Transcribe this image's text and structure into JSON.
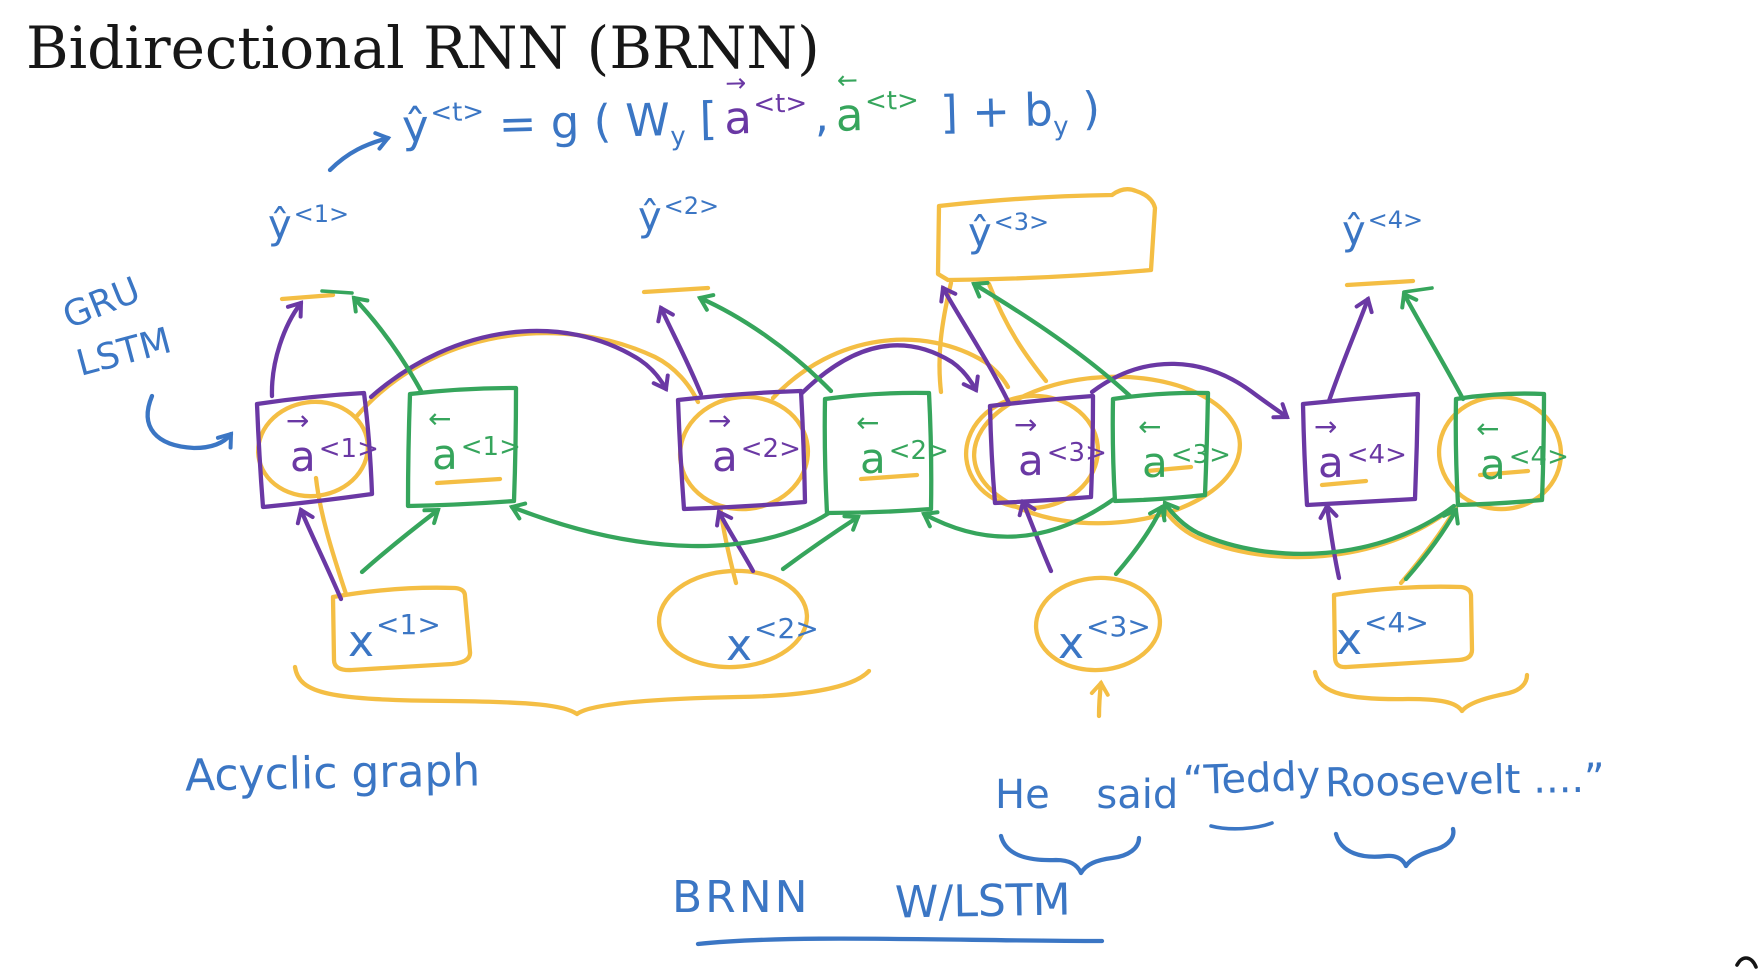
{
  "title": "Bidirectional RNN (BRNN)",
  "colors": {
    "blue": "#3b76c4",
    "purple": "#6a38a4",
    "green": "#36a55c",
    "yellow": "#f4be44",
    "ink": "#141414"
  },
  "formula": {
    "yhat": "ŷ",
    "yhat_sup": "<t>",
    "equals_g": " = g ( W",
    "w_sub": "y",
    "bracket_open": " [",
    "fwd": {
      "arrow": "→",
      "letter": "a",
      "sup": "<t>"
    },
    "comma": ",",
    "bwd": {
      "arrow": "←",
      "letter": "a",
      "sup": "<t>"
    },
    "bracket_close": " ] + b",
    "b_sub": "y",
    "paren_close": " )"
  },
  "side_note": {
    "line1": "GRU",
    "line2": "LSTM"
  },
  "outputs": [
    {
      "base": "ŷ",
      "sup": "<1>"
    },
    {
      "base": "ŷ",
      "sup": "<2>"
    },
    {
      "base": "ŷ",
      "sup": "<3>"
    },
    {
      "base": "ŷ",
      "sup": "<4>"
    }
  ],
  "units": [
    {
      "forward": {
        "arrow": "→",
        "letter": "a",
        "sup": "<1>"
      },
      "backward": {
        "arrow": "←",
        "letter": "a",
        "sup": "<1>"
      }
    },
    {
      "forward": {
        "arrow": "→",
        "letter": "a",
        "sup": "<2>"
      },
      "backward": {
        "arrow": "←",
        "letter": "a",
        "sup": "<2>"
      }
    },
    {
      "forward": {
        "arrow": "→",
        "letter": "a",
        "sup": "<3>"
      },
      "backward": {
        "arrow": "←",
        "letter": "a",
        "sup": "<3>"
      }
    },
    {
      "forward": {
        "arrow": "→",
        "letter": "a",
        "sup": "<4>"
      },
      "backward": {
        "arrow": "←",
        "letter": "a",
        "sup": "<4>"
      }
    }
  ],
  "inputs": [
    {
      "base": "x",
      "sup": "<1>"
    },
    {
      "base": "x",
      "sup": "<2>"
    },
    {
      "base": "x",
      "sup": "<3>"
    },
    {
      "base": "x",
      "sup": "<4>"
    }
  ],
  "captions": {
    "acyclic": "Acyclic graph",
    "he_said": "He said",
    "teddy": "“Teddy",
    "roosevelt": "Roosevelt ....”",
    "brnn": "BRNN",
    "wlstm": "W/LSTM"
  }
}
